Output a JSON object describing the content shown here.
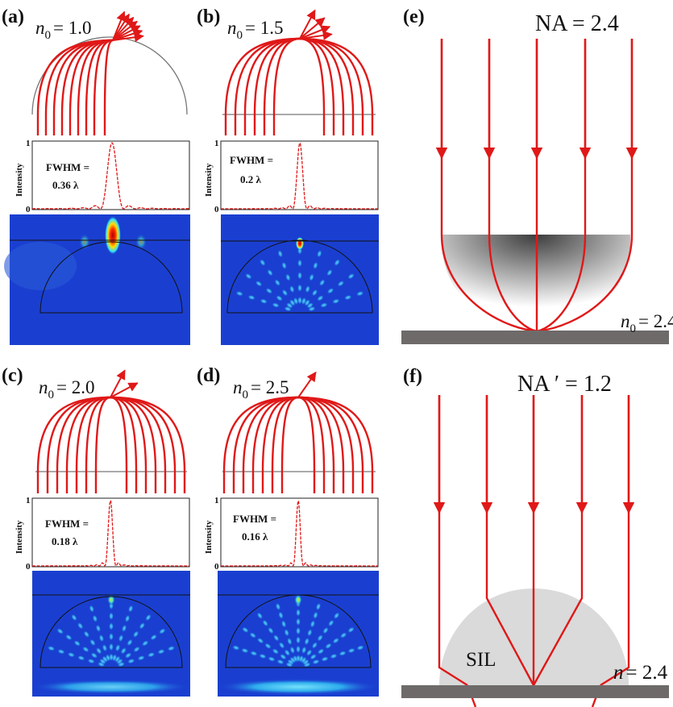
{
  "panels": {
    "a": {
      "tag": "(a)",
      "n_symbol": "n",
      "n_sub": "0",
      "n_eq": "= 1.0",
      "fwhm_label": "FWHM =",
      "fwhm_value": "0.36 λ",
      "ylabel": "Intensity",
      "ytick_top": "1",
      "ytick_bottom": "0"
    },
    "b": {
      "tag": "(b)",
      "n_symbol": "n",
      "n_sub": "0",
      "n_eq": "= 1.5",
      "fwhm_label": "FWHM =",
      "fwhm_value": "0.2 λ",
      "ylabel": "Intensity",
      "ytick_top": "1",
      "ytick_bottom": "0"
    },
    "c": {
      "tag": "(c)",
      "n_symbol": "n",
      "n_sub": "0",
      "n_eq": "= 2.0",
      "fwhm_label": "FWHM =",
      "fwhm_value": "0.18 λ",
      "ylabel": "Intensity",
      "ytick_top": "1",
      "ytick_bottom": "0"
    },
    "d": {
      "tag": "(d)",
      "n_symbol": "n",
      "n_sub": "0",
      "n_eq": "= 2.5",
      "fwhm_label": "FWHM =",
      "fwhm_value": "0.16 λ",
      "ylabel": "Intensity",
      "ytick_top": "1",
      "ytick_bottom": "0"
    },
    "e": {
      "tag": "(e)",
      "na_label": "NA = 2.4",
      "n_symbol": "n",
      "n_sub": "0",
      "n_eq": "= 2.4"
    },
    "f": {
      "tag": "(f)",
      "na_label": "NA ′ = 1.2",
      "lens_label": "SIL",
      "n_symbol": "n",
      "n_eq": "= 2.4"
    }
  },
  "colors": {
    "ray": "#e01818",
    "substrate": "#6e6a6a",
    "outline": "#777777",
    "sil_fill": "#dadada",
    "field_bg": "#1a3fd0"
  }
}
